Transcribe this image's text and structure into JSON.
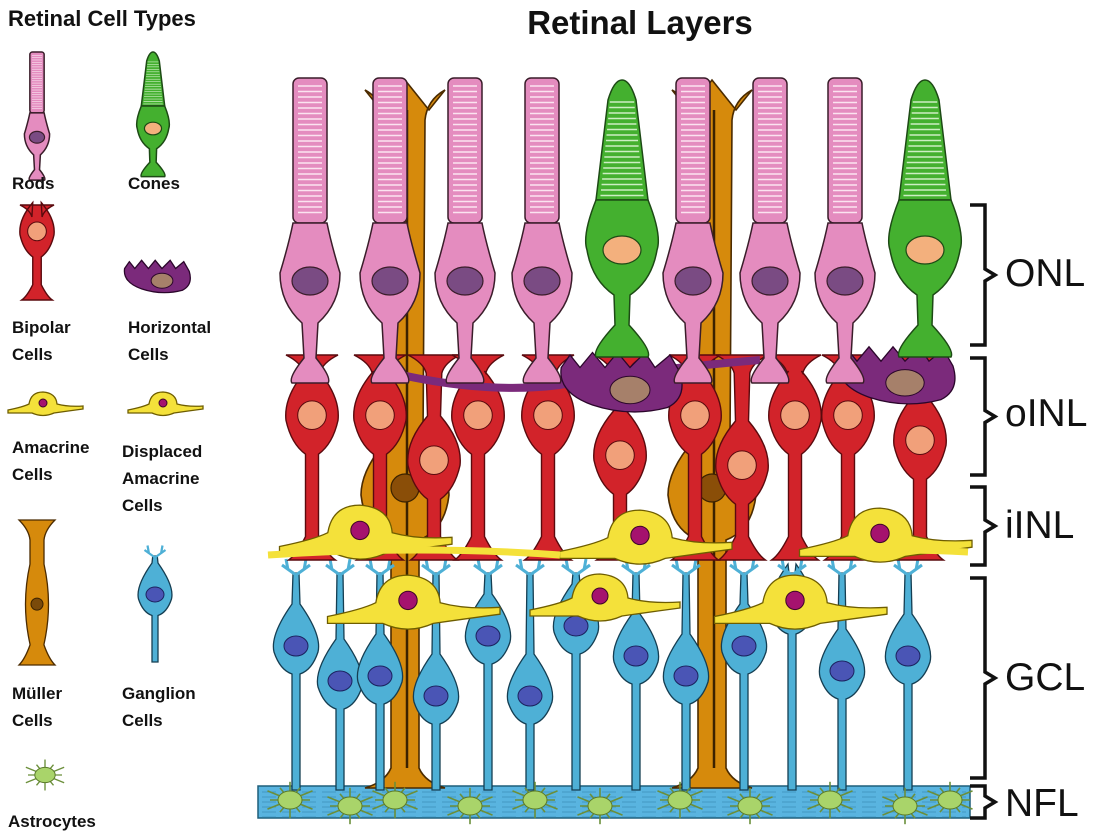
{
  "title": "Retinal Layers",
  "legend": {
    "title": "Retinal Cell Types",
    "items": [
      {
        "key": "rods",
        "label": "Rods"
      },
      {
        "key": "cones",
        "label": "Cones"
      },
      {
        "key": "bipolar",
        "label": "Bipolar\nCells"
      },
      {
        "key": "horizontal",
        "label": "Horizontal\nCells"
      },
      {
        "key": "amacrine",
        "label": "Amacrine\nCells"
      },
      {
        "key": "displaced",
        "label": "Displaced\nAmacrine\nCells"
      },
      {
        "key": "muller",
        "label": "Müller\nCells"
      },
      {
        "key": "ganglion",
        "label": "Ganglion\nCells"
      },
      {
        "key": "astrocytes",
        "label": "Astrocytes"
      }
    ]
  },
  "layers": [
    "ONL",
    "oINL",
    "iINL",
    "GCL",
    "NFL"
  ],
  "colors": {
    "rod": "#e48cbf",
    "rod_nucleus": "#7a4b83",
    "cone": "#44b02f",
    "cone_nucleus": "#f3b07d",
    "bipolar": "#d2232a",
    "bipolar_nucleus": "#f1a07a",
    "horizontal": "#7b2a7b",
    "horizontal_nucleus": "#a6806a",
    "amacrine": "#f4e13a",
    "amacrine_nucleus": "#a5126e",
    "muller": "#d68a0c",
    "ganglion": "#4eb0d6",
    "ganglion_nucleus": "#4a55b5",
    "astrocyte": "#a9d46a",
    "nfl": "#59b4e0"
  }
}
